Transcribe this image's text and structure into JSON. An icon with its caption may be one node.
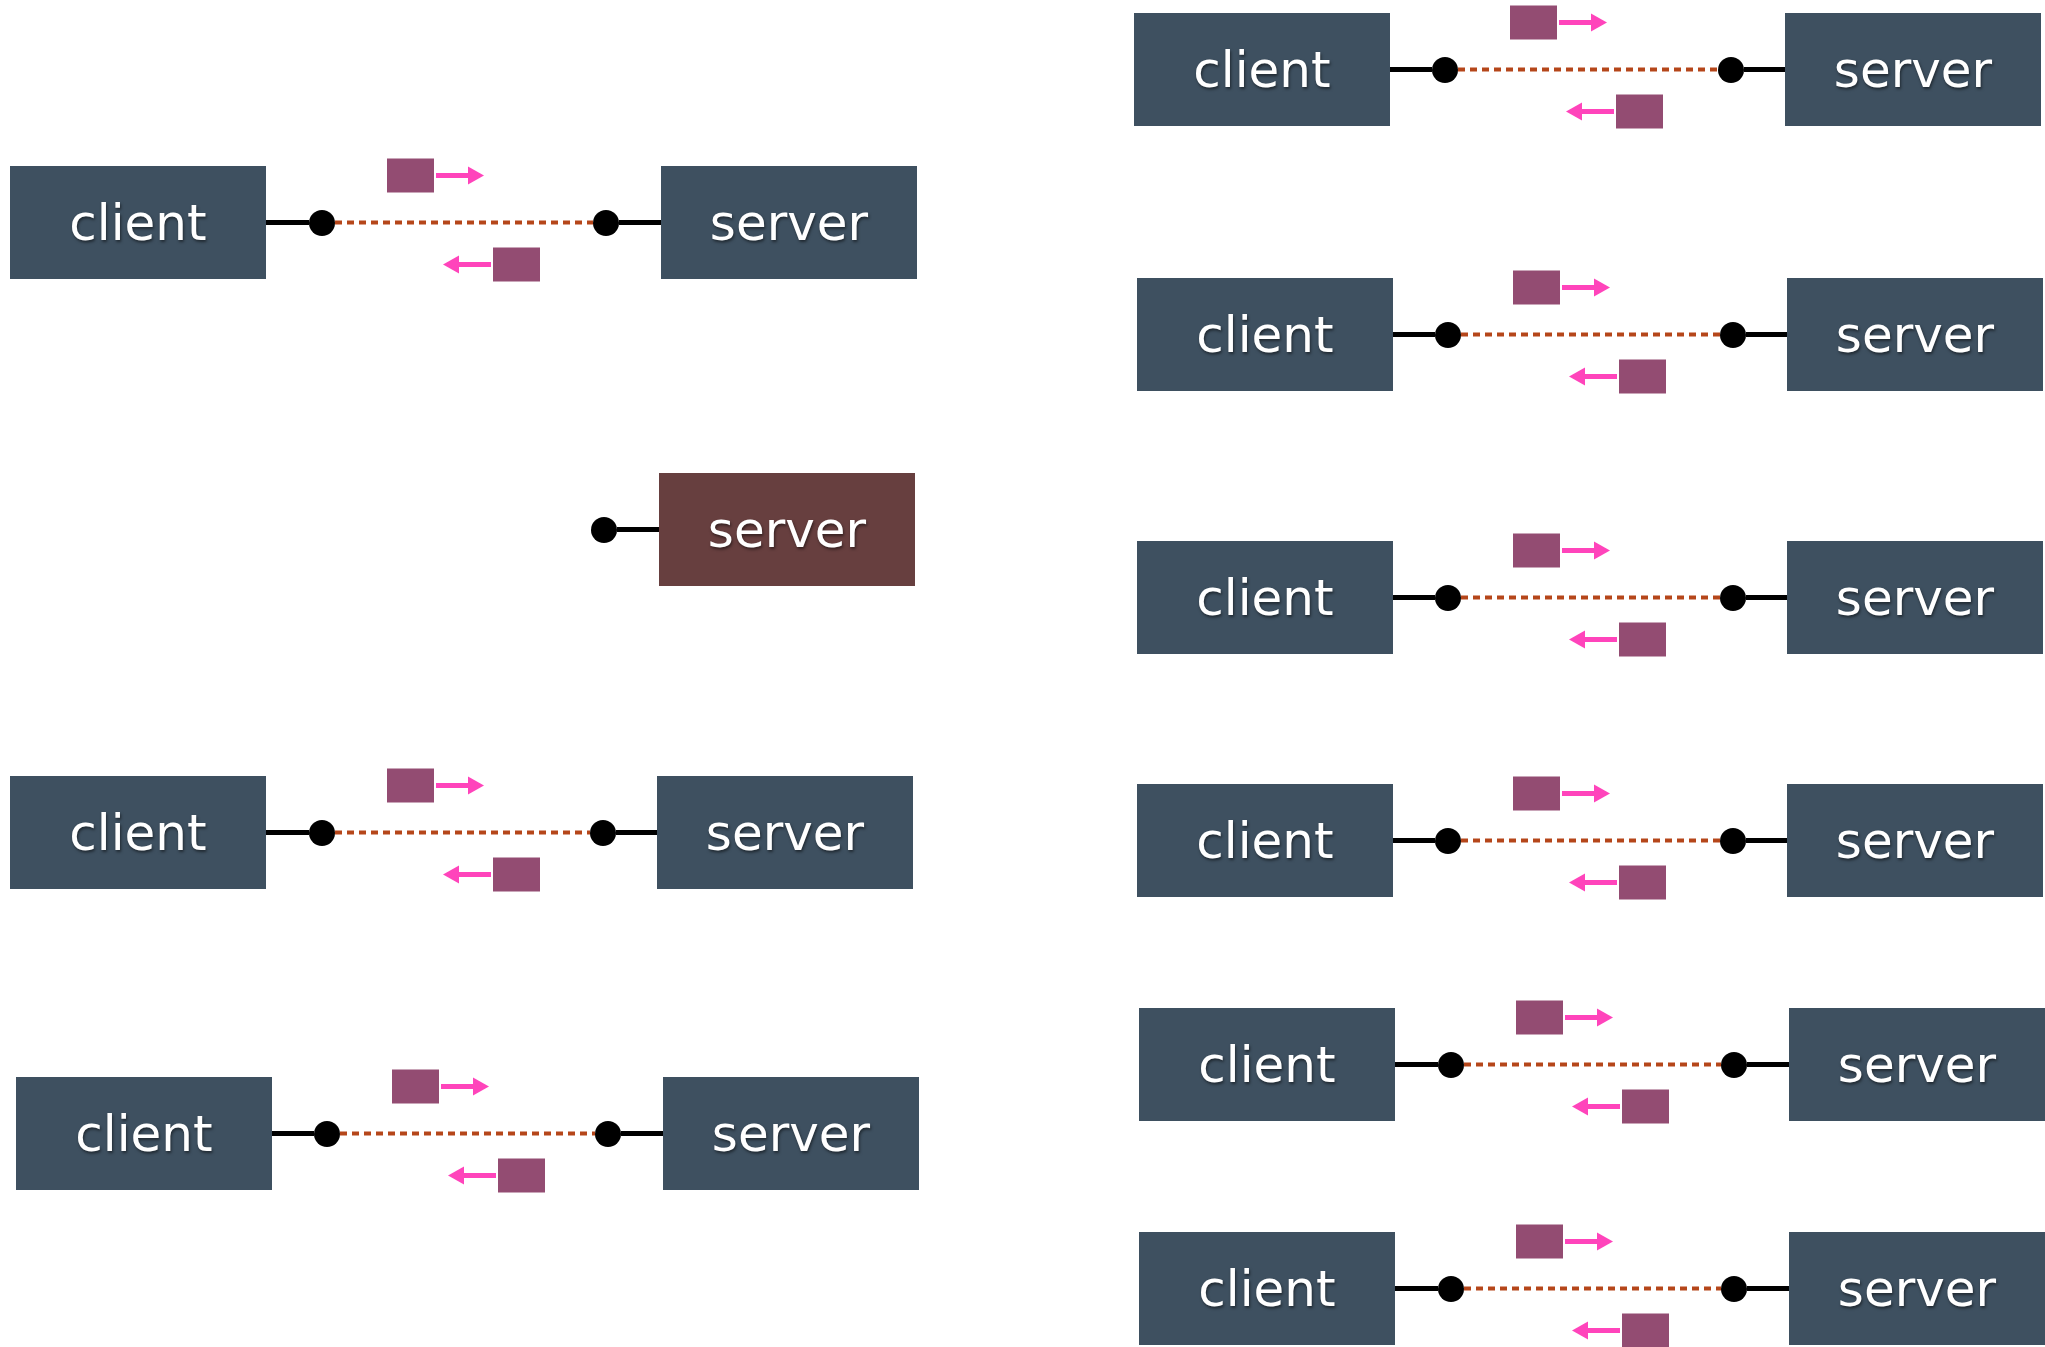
{
  "diagram": {
    "nodes": [
      {
        "text": [
          "client"
        ]
      },
      {
        "text": [],
        "shape": "circle"
      },
      {
        "text": [],
        "shape": "circle"
      },
      {
        "text": [
          "server"
        ]
      },
      {
        "text": [
          "client"
        ]
      },
      {
        "text": [],
        "shape": "circle"
      },
      {
        "text": [],
        "shape": "circle"
      },
      {
        "text": [
          "server"
        ]
      },
      {
        "text": [
          "client"
        ]
      },
      {
        "text": [],
        "shape": "circle"
      },
      {
        "text": [],
        "shape": "circle"
      },
      {
        "text": [
          "server"
        ]
      },
      {
        "text": [],
        "shape": "circle"
      },
      {
        "text": [
          "server"
        ]
      },
      {
        "text": [
          "client"
        ]
      },
      {
        "text": [],
        "shape": "circle"
      },
      {
        "text": [],
        "shape": "circle"
      },
      {
        "text": [
          "server"
        ]
      },
      {
        "text": [
          "client"
        ]
      },
      {
        "text": [],
        "shape": "circle"
      },
      {
        "text": [],
        "shape": "circle"
      },
      {
        "text": [
          "server"
        ]
      },
      {
        "text": [
          "client"
        ]
      },
      {
        "text": [],
        "shape": "circle"
      },
      {
        "text": [],
        "shape": "circle"
      },
      {
        "text": [
          "server"
        ]
      },
      {
        "text": [
          "client"
        ]
      },
      {
        "text": [],
        "shape": "circle"
      },
      {
        "text": [],
        "shape": "circle"
      },
      {
        "text": [
          "server"
        ]
      },
      {
        "text": [
          "client"
        ]
      },
      {
        "text": [],
        "shape": "circle"
      },
      {
        "text": [],
        "shape": "circle"
      },
      {
        "text": [
          "server"
        ]
      },
      {
        "text": [
          "client"
        ]
      },
      {
        "text": [],
        "shape": "circle"
      },
      {
        "text": [],
        "shape": "circle"
      },
      {
        "text": [
          "server"
        ]
      }
    ],
    "edges": [
      {
        "from": 0,
        "to": 1,
        "arrow": "none"
      },
      {
        "from": 1,
        "to": 2,
        "arrow": "none",
        "style": "dashed",
        "color": "#b5461a"
      },
      {
        "from": 2,
        "to": 3,
        "arrow": "none"
      },
      {
        "from": 4,
        "to": 5,
        "arrow": "none"
      },
      {
        "from": 5,
        "to": 6,
        "arrow": "none",
        "style": "dashed",
        "color": "#b5461a"
      },
      {
        "from": 6,
        "to": 7,
        "arrow": "none"
      },
      {
        "from": 8,
        "to": 9,
        "arrow": "none"
      },
      {
        "from": 9,
        "to": 10,
        "arrow": "none",
        "style": "dashed",
        "color": "#b5461a"
      },
      {
        "from": 10,
        "to": 11,
        "arrow": "none"
      },
      {
        "from": 12,
        "to": 13,
        "arrow": "none"
      },
      {
        "from": 14,
        "to": 15,
        "arrow": "none"
      },
      {
        "from": 15,
        "to": 16,
        "arrow": "none",
        "style": "dashed",
        "color": "#b5461a"
      },
      {
        "from": 16,
        "to": 17,
        "arrow": "none"
      },
      {
        "from": 18,
        "to": 19,
        "arrow": "none"
      },
      {
        "from": 19,
        "to": 20,
        "arrow": "none",
        "style": "dashed",
        "color": "#b5461a"
      },
      {
        "from": 20,
        "to": 21,
        "arrow": "none"
      },
      {
        "from": 22,
        "to": 23,
        "arrow": "none"
      },
      {
        "from": 23,
        "to": 24,
        "arrow": "none",
        "style": "dashed",
        "color": "#b5461a"
      },
      {
        "from": 24,
        "to": 25,
        "arrow": "none"
      },
      {
        "from": 26,
        "to": 27,
        "arrow": "none"
      },
      {
        "from": 27,
        "to": 28,
        "arrow": "none",
        "style": "dashed",
        "color": "#b5461a"
      },
      {
        "from": 28,
        "to": 29,
        "arrow": "none"
      },
      {
        "from": 30,
        "to": 31,
        "arrow": "none"
      },
      {
        "from": 31,
        "to": 32,
        "arrow": "none",
        "style": "dashed",
        "color": "#b5461a"
      },
      {
        "from": 32,
        "to": 33,
        "arrow": "none"
      },
      {
        "from": 34,
        "to": 35,
        "arrow": "none"
      },
      {
        "from": 35,
        "to": 36,
        "arrow": "none",
        "style": "dashed",
        "color": "#b5461a"
      },
      {
        "from": 36,
        "to": 37,
        "arrow": "none"
      }
    ]
  }
}
